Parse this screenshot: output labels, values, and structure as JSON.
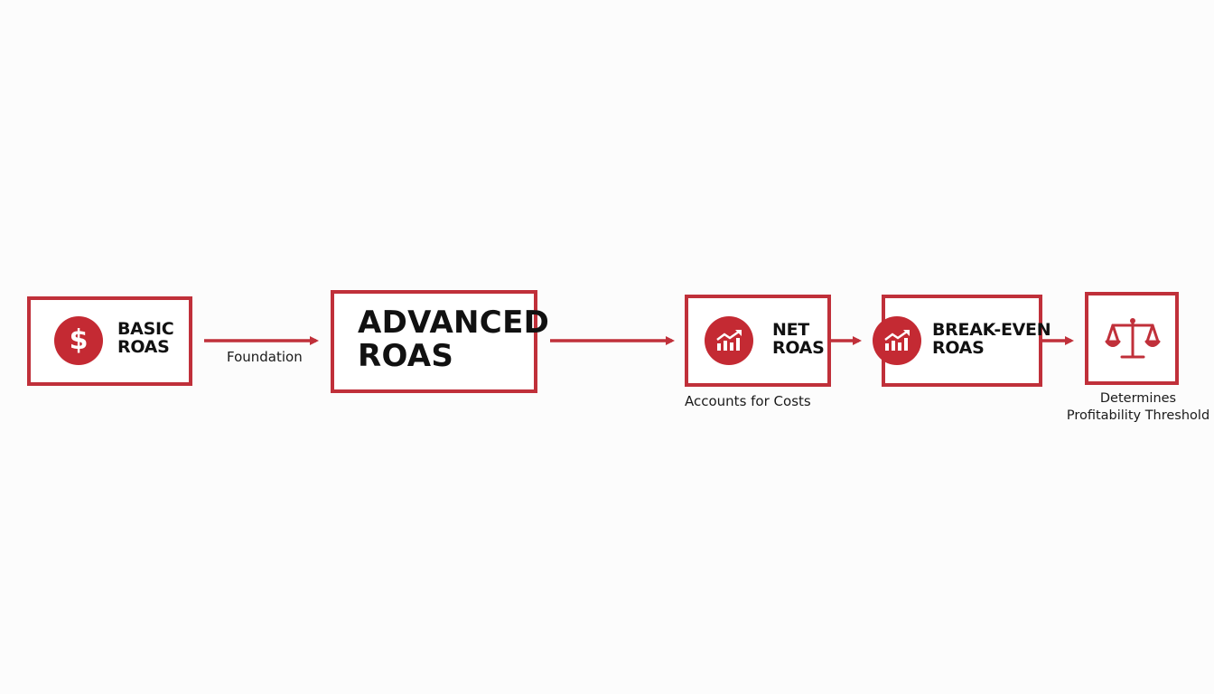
{
  "steps": [
    {
      "line1": "BASIC",
      "line2": "ROAS",
      "icon": "dollar-icon",
      "glyph": "$"
    },
    {
      "line1": "ADVANCED",
      "line2": "ROAS"
    },
    {
      "line1": "NET",
      "line2": "ROAS",
      "icon": "growth-chart-icon"
    },
    {
      "line1": "BREAK-EVEN",
      "line2": "ROAS",
      "icon": "growth-chart-icon"
    },
    {
      "icon": "balance-scale-icon"
    }
  ],
  "captions": {
    "foundation": "Foundation",
    "accounts_for_costs": "Accounts for Costs",
    "determines_line1": "Determines",
    "determines_line2": "Profitability Threshold"
  },
  "colors": {
    "accent": "#c0303a",
    "text": "#111111",
    "background": "#fcfcfc"
  }
}
